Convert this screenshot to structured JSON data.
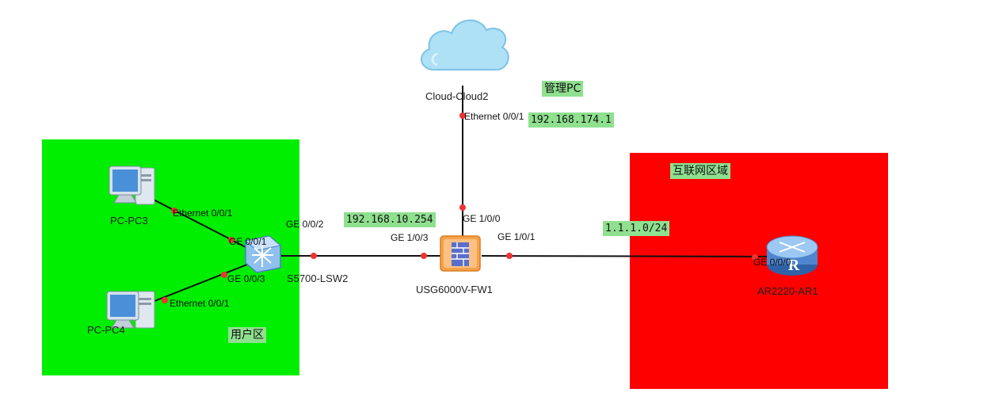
{
  "zones": {
    "user": {
      "label": "用户区",
      "color": "#00ee00"
    },
    "internet": {
      "label": "互联网区域",
      "color": "#ff0000"
    }
  },
  "devices": {
    "cloud": {
      "name": "Cloud-Cloud2",
      "icon": "cloud-icon"
    },
    "firewall": {
      "name": "USG6000V-FW1",
      "icon": "firewall-icon"
    },
    "switch": {
      "name": "S5700-LSW2",
      "icon": "switch-icon"
    },
    "pc3": {
      "name": "PC-PC3",
      "icon": "pc-icon"
    },
    "pc4": {
      "name": "PC-PC4",
      "icon": "pc-icon"
    },
    "router": {
      "name": "AR2220-AR1",
      "icon": "router-icon"
    }
  },
  "ports": {
    "cloud_eth": "Ethernet 0/0/1",
    "fw_ge100": "GE 1/0/0",
    "fw_ge103": "GE 1/0/3",
    "fw_ge101": "GE 1/0/1",
    "sw_ge002": "GE 0/0/2",
    "sw_ge001": "GE 0/0/1",
    "sw_ge003": "GE 0/0/3",
    "pc3_eth": "Ethernet 0/0/1",
    "pc4_eth": "Ethernet 0/0/1",
    "ar_ge000": "GE 0/0/0"
  },
  "tags": {
    "mgmt_title": "管理PC",
    "mgmt_ip": "192.168.174.1",
    "lan_ip": "192.168.10.254",
    "wan_net": "1.1.1.0/24"
  },
  "colors": {
    "link": "#111111",
    "port_dot": "#ee3333",
    "tag_bg": "#8fe08f"
  }
}
